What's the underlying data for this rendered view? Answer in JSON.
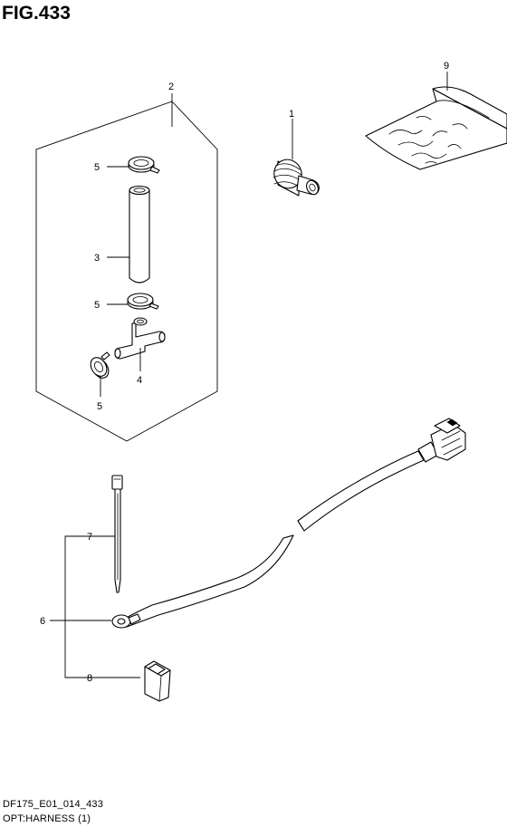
{
  "figure": {
    "title": "FIG.433",
    "model_code": "DF175_E01_014_433",
    "caption": "OPT:HARNESS (1)"
  },
  "callouts": {
    "c1": "1",
    "c2": "2",
    "c3": "3",
    "c4": "4",
    "c5a": "5",
    "c5b": "5",
    "c5c": "5",
    "c6": "6",
    "c7": "7",
    "c8": "8",
    "c9": "9"
  }
}
